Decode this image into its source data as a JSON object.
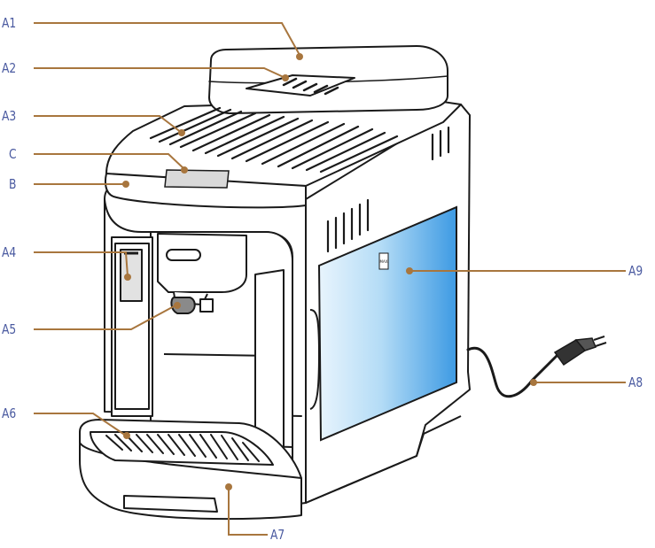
{
  "diagram": {
    "label_color": "#4a5aa0",
    "leader_color": "#a8763e",
    "tank_color": "#4aa3e6",
    "outline_color": "#1a1a1a",
    "labels": {
      "a1": "A1",
      "a2": "A2",
      "a3": "A3",
      "c": "C",
      "b": "B",
      "a4": "A4",
      "a5": "A5",
      "a6": "A6",
      "a7": "A7",
      "a8": "A8",
      "a9": "A9"
    },
    "tank_mark": "MAX"
  }
}
